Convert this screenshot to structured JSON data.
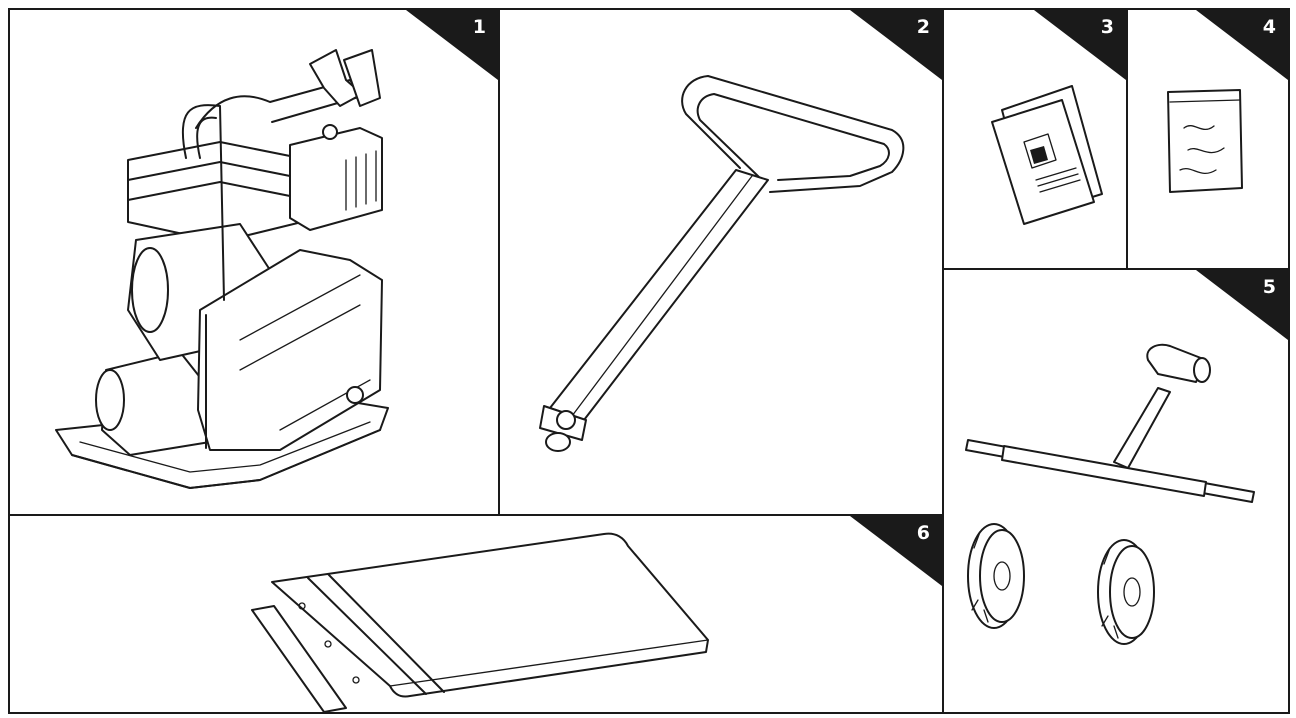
{
  "panels": [
    {
      "number": "1",
      "icon": "plate-compactor-icon"
    },
    {
      "number": "2",
      "icon": "handle-bar-icon"
    },
    {
      "number": "3",
      "icon": "manual-booklet-icon"
    },
    {
      "number": "4",
      "icon": "parts-bag-icon"
    },
    {
      "number": "5",
      "icon": "wheel-kit-icon"
    },
    {
      "number": "6",
      "icon": "rubber-pad-icon"
    }
  ],
  "colors": {
    "line": "#1a1a1a",
    "badge": "#1a1a1a",
    "background": "#ffffff"
  }
}
